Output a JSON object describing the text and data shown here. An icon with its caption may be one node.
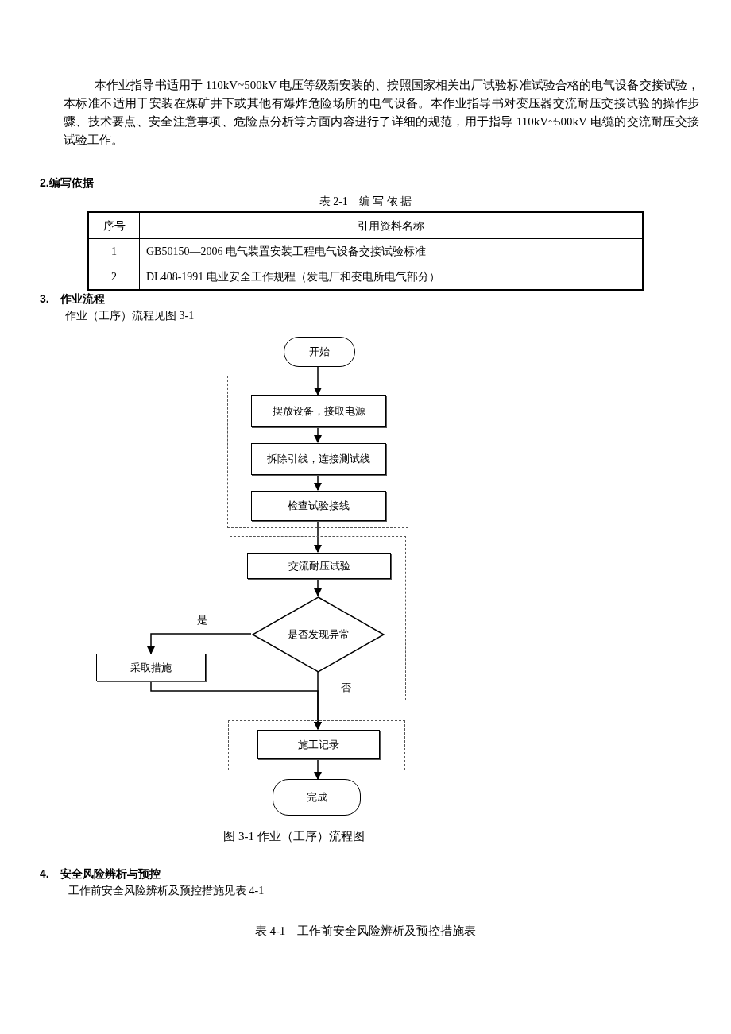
{
  "diagram": {
    "caption": "图 3-1 作业（工序）流程图",
    "nodes": [
      {
        "text": [
          "开始"
        ]
      },
      {
        "text": [],
        "shape": "box"
      },
      {
        "text": [
          "摆放设备，接取电源"
        ],
        "in": 1
      },
      {
        "text": [
          "拆除引线，连接测试线"
        ],
        "in": 1
      },
      {
        "text": [
          "检查试验接线"
        ],
        "in": 1
      },
      {
        "text": [],
        "shape": "box"
      },
      {
        "text": [
          "交流耐压试验"
        ],
        "in": 5
      },
      {
        "text": [
          "是否发现异常"
        ],
        "in": 5
      },
      {
        "text": [
          "采取措施"
        ]
      },
      {
        "text": [],
        "shape": "box"
      },
      {
        "text": [
          "施工记录"
        ],
        "in": 9
      },
      {
        "text": [
          "完成"
        ]
      }
    ],
    "edges": [
      {
        "from": 0,
        "to": 2,
        "arrow": "to"
      },
      {
        "from": 2,
        "to": 3,
        "arrow": "to"
      },
      {
        "from": 3,
        "to": 4,
        "arrow": "to"
      },
      {
        "from": 4,
        "to": 6,
        "arrow": "to"
      },
      {
        "from": 6,
        "to": 7,
        "arrow": "to"
      },
      {
        "from": 7,
        "to": 8,
        "arrow": "to",
        "label": "是"
      },
      {
        "from": 7,
        "to": 10,
        "arrow": "to",
        "label": "否"
      },
      {
        "from": 8,
        "to": 10,
        "arrow": "to"
      },
      {
        "from": 10,
        "to": 11,
        "arrow": "to"
      }
    ],
    "labels": [
      "本作业指导书适用于 110kV~500kV 电压等级新安装的、按照国家相关出厂试验标准试验合格的电气设备交接试验，本标准不适用于安装在煤矿井下或其他有爆炸危险场所的电气设备。本作业指导书对变压器交流耐压交接试验的操作步骤、技术要点、安全注意事项、危险点分析等方面内容进行了详细的规范，用于指导 110kV~500kV 电缆的交流耐压交接试验工作。",
      "2.编写依据",
      "表 2-1　编 写 依 据",
      "序号",
      "引用资料名称",
      "1",
      "GB50150—2006 电气装置安装工程电气设备交接试验标准",
      "2",
      "DL408-1991 电业安全工作规程（发电厂和变电所电气部分）",
      "3.　作业流程",
      "作业（工序）流程见图 3-1",
      "4.　安全风险辨析与预控",
      "工作前安全风险辨析及预控措施见表 4-1",
      "表 4-1　工作前安全风险辨析及预控措施表"
    ]
  }
}
